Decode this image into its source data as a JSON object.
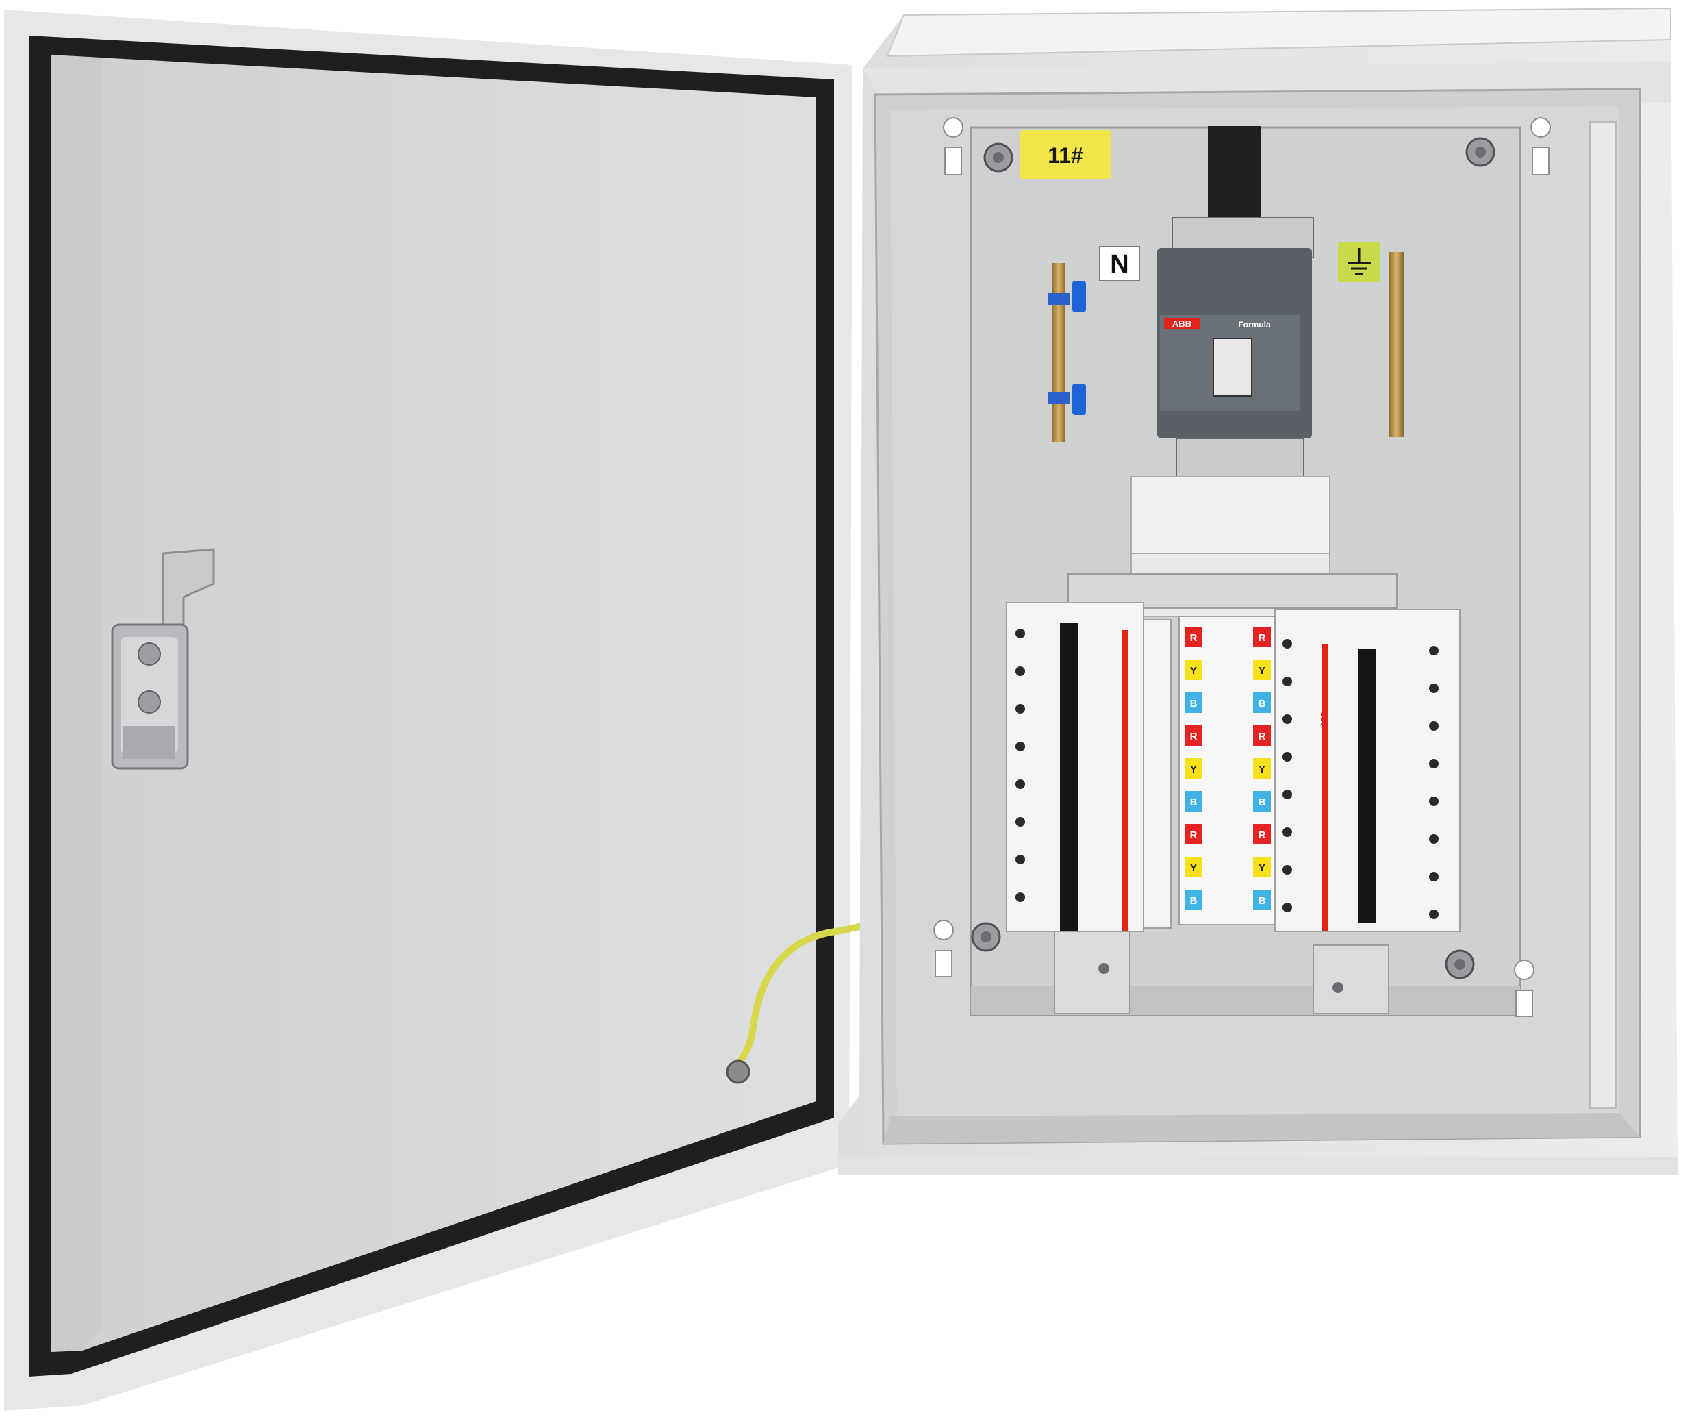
{
  "panel": {
    "id_label": "11#",
    "neutral_label": "N",
    "main_breaker": {
      "brand": "ABB",
      "series": "Formula"
    },
    "mcb_brand": "ABB",
    "phase_labels": [
      "R",
      "Y",
      "B"
    ]
  },
  "colors": {
    "enclosure": "#e8e9e9",
    "door_inner": "#d5d6d7",
    "gasket": "#1c1c1c",
    "mount_plate": "#cfd0d1",
    "label_yellow": "#f2e64a",
    "breaker_body": "#5b6066",
    "phase_r": "#e52323",
    "phase_y": "#f7e21a",
    "phase_b": "#3fb3e6",
    "earth_label": "#c8d94a",
    "ground_wire": "#d8d64a"
  },
  "icons": [
    "earth-ground-icon"
  ]
}
